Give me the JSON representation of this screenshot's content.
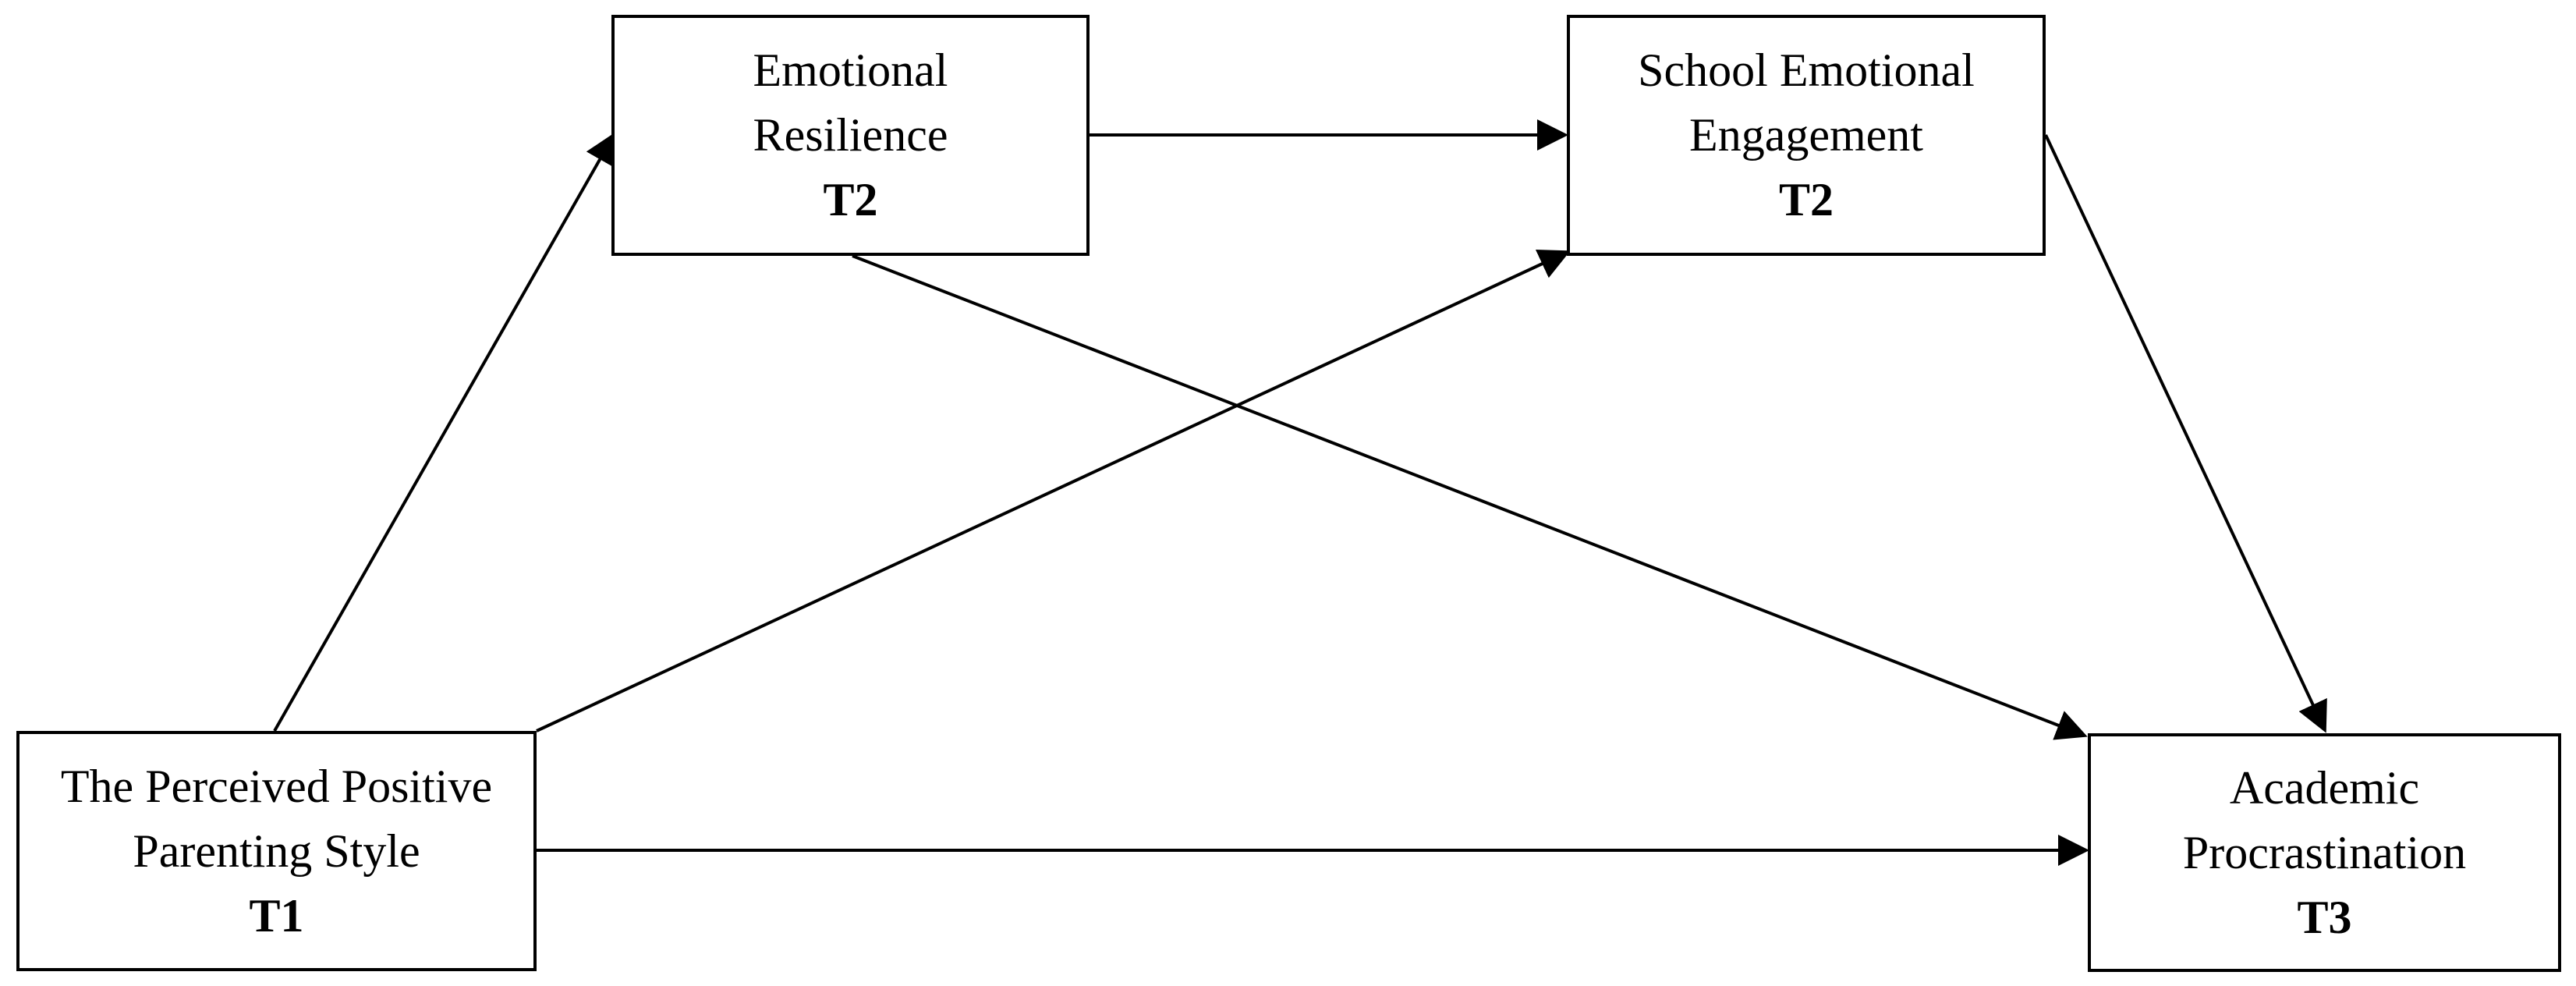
{
  "diagram": {
    "nodes": {
      "ppps": {
        "line1": "The Perceived Positive",
        "line2": "Parenting Style",
        "time": "T1"
      },
      "er": {
        "line1": "Emotional",
        "line2": "Resilience",
        "time": "T2"
      },
      "see": {
        "line1": "School Emotional",
        "line2": "Engagement",
        "time": "T2"
      },
      "ap": {
        "line1": "Academic",
        "line2": "Procrastination",
        "time": "T3"
      }
    },
    "edges": [
      {
        "from": "ppps",
        "to": "er"
      },
      {
        "from": "ppps",
        "to": "see"
      },
      {
        "from": "ppps",
        "to": "ap"
      },
      {
        "from": "er",
        "to": "see"
      },
      {
        "from": "er",
        "to": "ap"
      },
      {
        "from": "see",
        "to": "ap"
      }
    ]
  }
}
